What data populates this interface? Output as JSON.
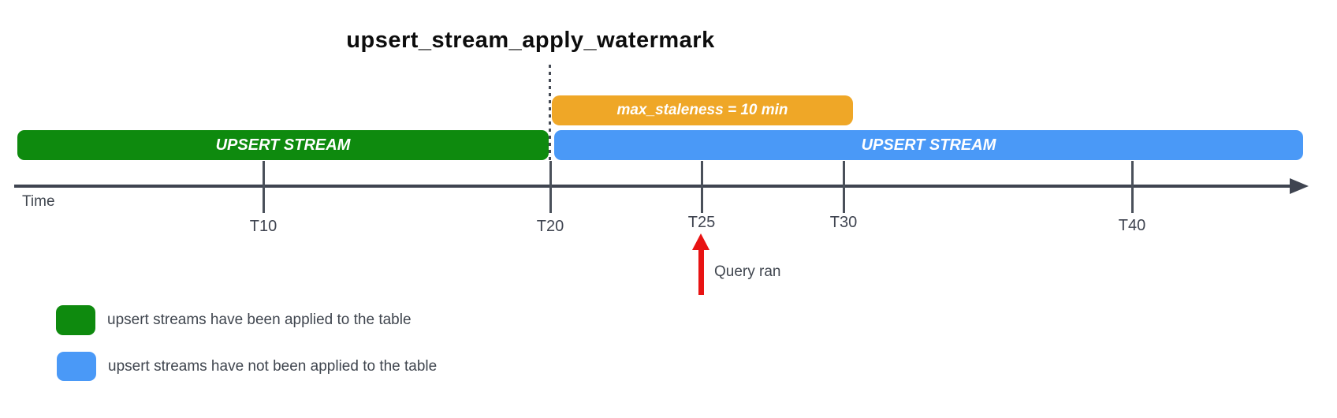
{
  "title": "upsert_stream_apply_watermark",
  "colors": {
    "applied_green": "#0e8a0e",
    "pending_blue": "#4a99f7",
    "staleness_orange": "#efa727",
    "query_red": "#e81313",
    "axis_dark": "#3f4450",
    "text_dark": "#40464f"
  },
  "staleness_box": {
    "label": "max_staleness = 10 min"
  },
  "applied_bar": {
    "label": "UPSERT STREAM"
  },
  "pending_bar": {
    "label": "UPSERT STREAM"
  },
  "timeline": {
    "axis_label": "Time",
    "ticks": [
      "T10",
      "T20",
      "T25",
      "T30",
      "T40"
    ]
  },
  "annotation": {
    "label": "Query ran"
  },
  "legend": {
    "items": [
      {
        "swatch_color": "#0e8a0e",
        "label": "upsert streams have been applied to the table"
      },
      {
        "swatch_color": "#4a99f7",
        "label": "upsert streams have not been applied to the table"
      }
    ]
  }
}
